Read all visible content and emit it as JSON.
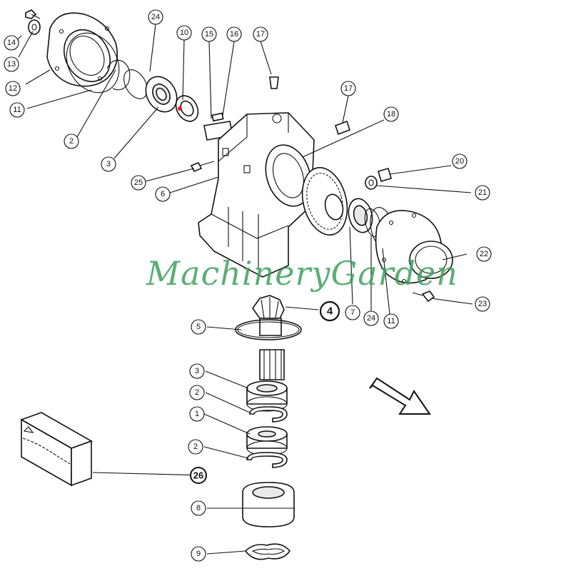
{
  "watermark": {
    "text": "MachineryGarden",
    "color": "#3fa15d"
  },
  "callouts": [
    {
      "id": "14a",
      "label": "14"
    },
    {
      "id": "13a",
      "label": "13"
    },
    {
      "id": "12a",
      "label": "12"
    },
    {
      "id": "11a",
      "label": "11"
    },
    {
      "id": "2a",
      "label": "2"
    },
    {
      "id": "3a",
      "label": "3"
    },
    {
      "id": "24a",
      "label": "24"
    },
    {
      "id": "10a",
      "label": "10"
    },
    {
      "id": "15a",
      "label": "15"
    },
    {
      "id": "16a",
      "label": "16"
    },
    {
      "id": "17a",
      "label": "17"
    },
    {
      "id": "17b",
      "label": "17"
    },
    {
      "id": "18a",
      "label": "18"
    },
    {
      "id": "25a",
      "label": "25"
    },
    {
      "id": "6a",
      "label": "6"
    },
    {
      "id": "20a",
      "label": "20"
    },
    {
      "id": "21a",
      "label": "21"
    },
    {
      "id": "22a",
      "label": "22"
    },
    {
      "id": "23a",
      "label": "23"
    },
    {
      "id": "4a",
      "label": "4"
    },
    {
      "id": "7a",
      "label": "7"
    },
    {
      "id": "24b",
      "label": "24"
    },
    {
      "id": "11b",
      "label": "11"
    },
    {
      "id": "5a",
      "label": "5"
    },
    {
      "id": "3b",
      "label": "3"
    },
    {
      "id": "2b",
      "label": "2"
    },
    {
      "id": "1a",
      "label": "1"
    },
    {
      "id": "2c",
      "label": "2"
    },
    {
      "id": "26a",
      "label": "26"
    },
    {
      "id": "8a",
      "label": "8"
    },
    {
      "id": "9a",
      "label": "9"
    }
  ],
  "highlight_color": "#e02020"
}
